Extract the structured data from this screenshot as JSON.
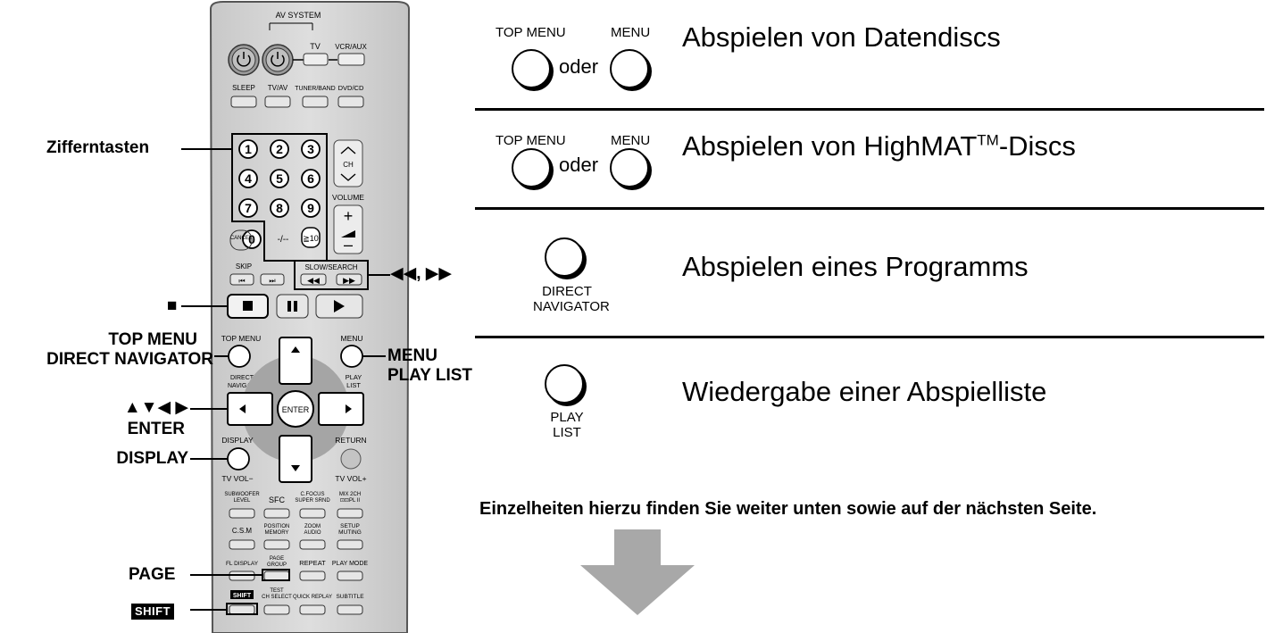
{
  "remote": {
    "labels": {
      "av_system": "AV SYSTEM",
      "tv": "TV",
      "vcr_aux": "VCR/AUX",
      "sleep": "SLEEP",
      "tv_av": "TV/AV",
      "tuner_band": "TUNER/BAND",
      "dvd_cd": "DVD/CD",
      "ch": "CH",
      "volume": "VOLUME",
      "cancel": "CANCEL",
      "dash": "-/--",
      "ge10": "≧10",
      "skip": "SKIP",
      "slow_search": "SLOW/SEARCH",
      "top_menu": "TOP MENU",
      "menu": "MENU",
      "direct_navigator": "DIRECT NAVIGATOR",
      "play_list": "PLAY LIST",
      "enter": "ENTER",
      "display": "DISPLAY",
      "return": "RETURN",
      "tv_vol_minus": "TV VOL−",
      "tv_vol_plus": "TV VOL+",
      "subwoofer_level": "SUBWOOFER LEVEL",
      "sfc": "SFC",
      "cfocus": "C.FOCUS SUPER SRND",
      "mix2ch": "MIX 2CH",
      "plii": "⊡⊡PL II",
      "csm": "C.S.M",
      "position_memory": "POSITION MEMORY",
      "zoom_audio": "ZOOM AUDIO",
      "setup_muting": "SETUP MUTING",
      "fl_display": "FL DISPLAY",
      "page_group": "PAGE GROUP",
      "repeat": "REPEAT",
      "play_mode": "PLAY MODE",
      "shift": "SHIFT",
      "test_ch_select": "TEST CH SELECT",
      "quick_replay": "QUICK REPLAY",
      "subtitle": "SUBTITLE"
    },
    "digits": [
      "1",
      "2",
      "3",
      "4",
      "5",
      "6",
      "7",
      "8",
      "9",
      "0"
    ]
  },
  "callouts": {
    "zifferntasten": "Zifferntasten",
    "skip_search": "◀◀, ▶▶",
    "stop": "■",
    "top_menu": "TOP MENU",
    "direct_navigator": "DIRECT NAVIGATOR",
    "menu": "MENU",
    "play_list": "PLAY LIST",
    "arrows": "▲▼◀ ▶",
    "enter": "ENTER",
    "display": "DISPLAY",
    "page": "PAGE",
    "shift": "SHIFT"
  },
  "rows": [
    {
      "left_label": "TOP MENU",
      "right_label": "MENU",
      "oder": "oder",
      "title": "Abspielen von Datendiscs"
    },
    {
      "left_label": "TOP MENU",
      "right_label": "MENU",
      "oder": "oder",
      "title_prefix": "Abspielen von HighMAT",
      "title_sup": "TM",
      "title_suffix": "-Discs"
    },
    {
      "btn_label_1": "DIRECT",
      "btn_label_2": "NAVIGATOR",
      "title": "Abspielen eines Programms"
    },
    {
      "btn_label_1": "PLAY",
      "btn_label_2": "LIST",
      "title": "Wiedergabe einer Abspielliste"
    }
  ],
  "note": "Einzelheiten hierzu finden Sie weiter unten sowie auf der nächsten Seite.",
  "colors": {
    "remote_body": "#d4d4d4",
    "key_face": "#e6e6e6",
    "arrow_gray": "#a8a8a8",
    "ink": "#000000"
  }
}
